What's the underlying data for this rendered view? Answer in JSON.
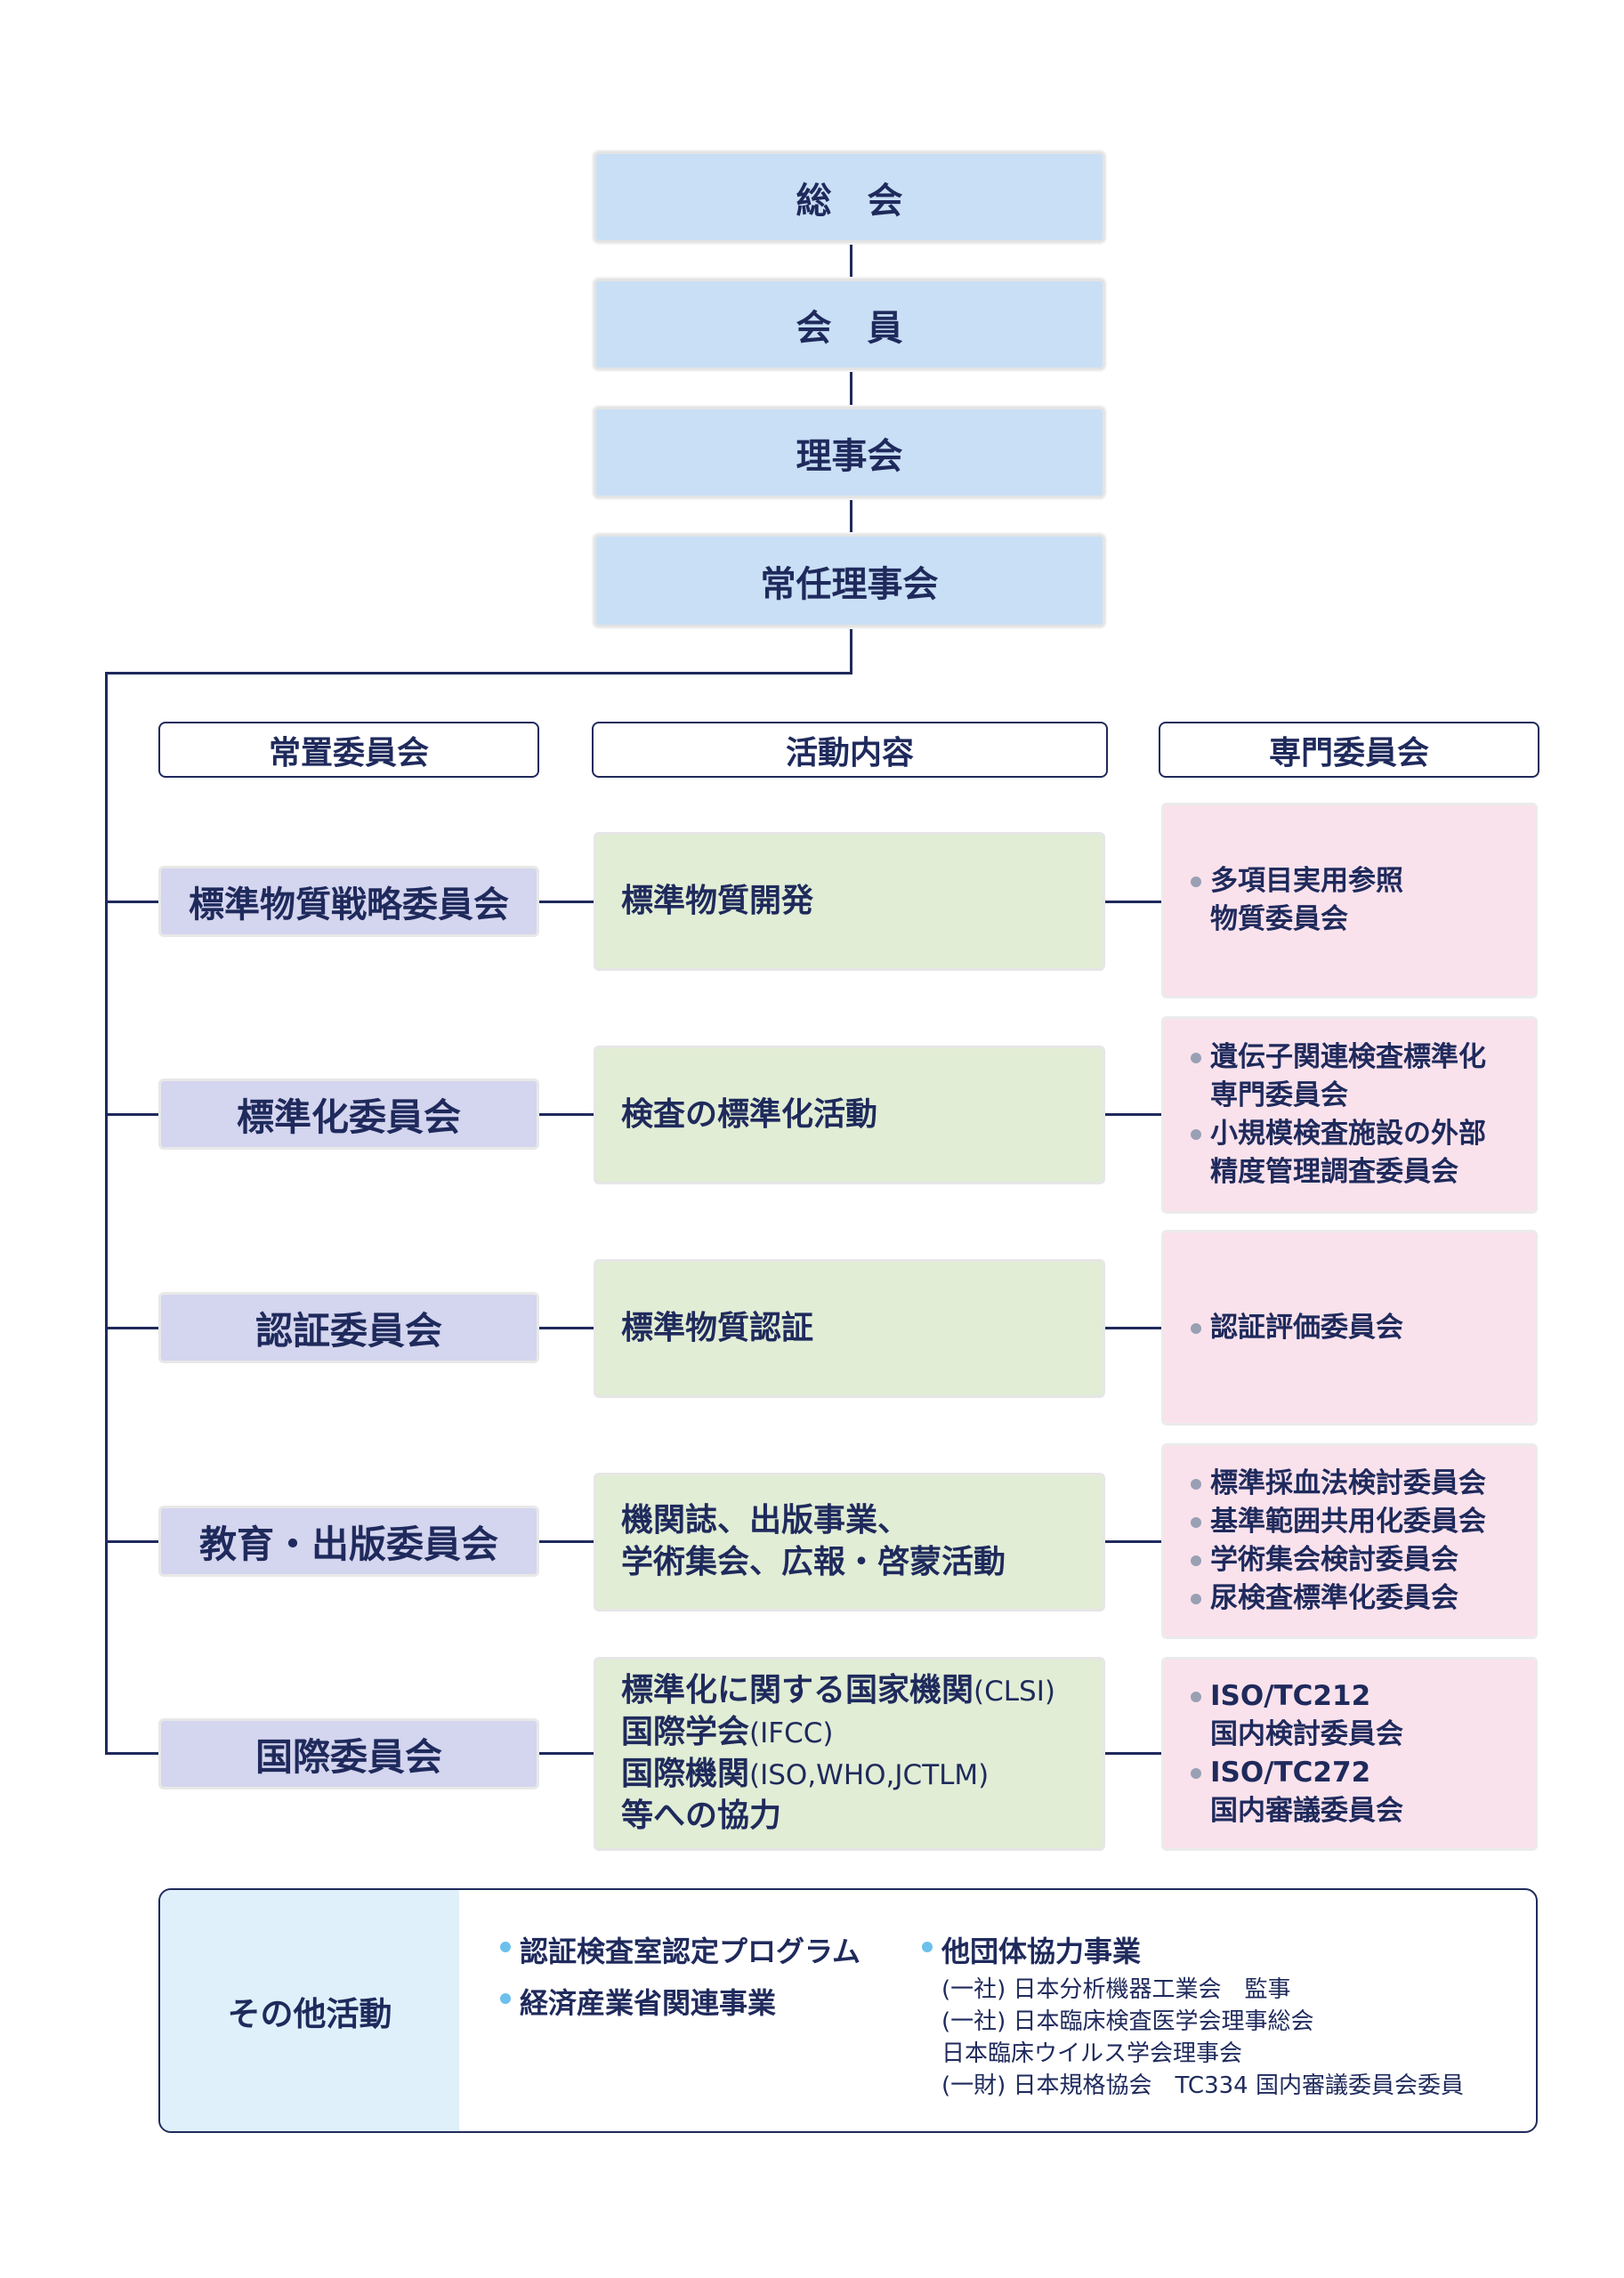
{
  "hierarchy": {
    "general_meeting": "総会",
    "members": "会員",
    "board": "理事会",
    "executive_board": "常任理事会"
  },
  "headers": {
    "standing": "常置委員会",
    "activities": "活動内容",
    "expert": "専門委員会"
  },
  "rows": [
    {
      "standing": "標準物質戦略委員会",
      "activity": [
        "標準物質開発"
      ],
      "expert": [
        "多項目実用参照\n物質委員会"
      ]
    },
    {
      "standing": "標準化委員会",
      "activity": [
        "検査の標準化活動"
      ],
      "expert": [
        "遺伝子関連検査標準化\n専門委員会",
        "小規模検査施設の外部\n精度管理調査委員会"
      ]
    },
    {
      "standing": "認証委員会",
      "activity": [
        "標準物質認証"
      ],
      "expert": [
        "認証評価委員会"
      ]
    },
    {
      "standing": "教育・出版委員会",
      "activity": [
        "機関誌、出版事業、",
        "学術集会、広報・啓蒙活動"
      ],
      "expert": [
        "標準採血法検討委員会",
        "基準範囲共用化委員会",
        "学術集会検討委員会",
        "尿検査標準化委員会"
      ]
    },
    {
      "standing": "国際委員会",
      "activity_intl": [
        {
          "main": "標準化に関する国家機関",
          "small": "(CLSI)"
        },
        {
          "main": "国際学会",
          "small": "(IFCC)"
        },
        {
          "main": "国際機関",
          "small": "(ISO,WHO,JCTLM)"
        },
        {
          "main": "等への協力",
          "small": ""
        }
      ],
      "expert": [
        "ISO/TC212\n国内検討委員会",
        "ISO/TC272\n国内審議委員会"
      ]
    }
  ],
  "other": {
    "title": "その他活動",
    "items_left": [
      "認証検査室認定プログラム",
      "経済産業省関連事業"
    ],
    "item_right": "他団体協力事業",
    "sub_items": [
      "(一社) 日本分析機器工業会　監事",
      "(一社) 日本臨床検査医学会理事総会",
      "日本臨床ウイルス学会理事会",
      "(一財) 日本規格協会　TC334 国内審議委員会委員"
    ]
  }
}
